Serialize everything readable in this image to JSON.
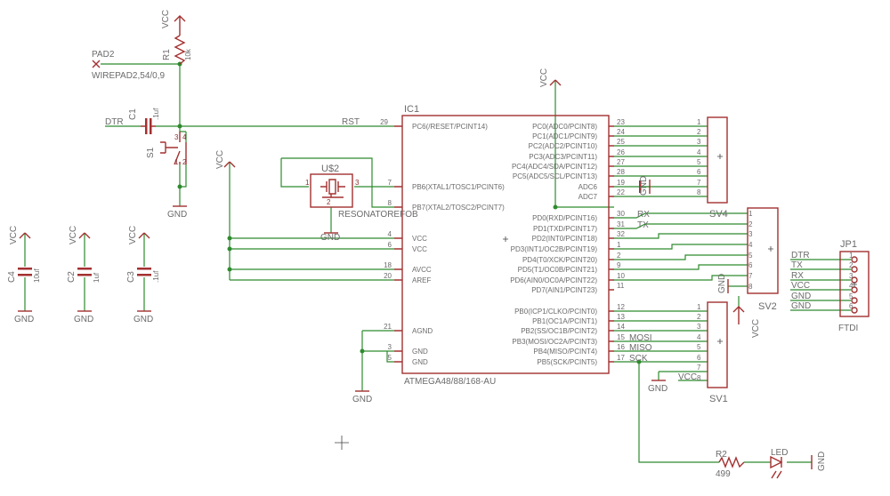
{
  "net_vcc": "VCC",
  "net_gnd": "GND",
  "net_rst": "RST",
  "net_dtr": "DTR",
  "net_rx": "RX",
  "net_tx": "TX",
  "net_mosi": "MOSI",
  "net_miso": "MISO",
  "net_sck": "SCK",
  "r1_name": "R1",
  "r1_value": "10k",
  "r2_name": "R2",
  "r2_value": "499",
  "c1_name": "C1",
  "c1_value": ".1uf",
  "c2_name": "C2",
  "c2_value": "1uf",
  "c3_name": "C3",
  "c3_value": ".1uf",
  "c4_name": "C4",
  "c4_value": "10uf",
  "s1_name": "S1",
  "pad2_name": "PAD2",
  "pad2_value": "WIREPAD2,54/0,9",
  "us2_name": "U$2",
  "us2_value": "RESONATOREFOB",
  "ic1_name": "IC1",
  "ic1_value": "ATMEGA48/88/168-AU",
  "led_name": "LED",
  "jp1_name": "JP1",
  "jp1_value": "FTDI",
  "sv1_name": "SV1",
  "sv2_name": "SV2",
  "sv4_name": "SV4",
  "ic1_left_pins": [
    {
      "num": "29",
      "label": "PC6(/RESET/PCINT14)"
    },
    {
      "num": "7",
      "label": "PB6(XTAL1/TOSC1/PCINT6)"
    },
    {
      "num": "8",
      "label": "PB7(XTAL2/TOSC2/PCINT7)"
    },
    {
      "num": "4",
      "label": "VCC"
    },
    {
      "num": "6",
      "label": "VCC"
    },
    {
      "num": "18",
      "label": "AVCC"
    },
    {
      "num": "20",
      "label": "AREF"
    },
    {
      "num": "21",
      "label": "AGND"
    },
    {
      "num": "3",
      "label": "GND"
    },
    {
      "num": "5",
      "label": "GND"
    }
  ],
  "ic1_right_pins": [
    {
      "num": "23",
      "label": "PC0(ADC0/PCINT8)"
    },
    {
      "num": "24",
      "label": "PC1(ADC1/PCINT9)"
    },
    {
      "num": "25",
      "label": "PC2(ADC2/PCINT10)"
    },
    {
      "num": "26",
      "label": "PC3(ADC3/PCINT11)"
    },
    {
      "num": "27",
      "label": "PC4(ADC4/SDA/PCINT12)"
    },
    {
      "num": "28",
      "label": "PC5(ADC5/SCL/PCINT13)"
    },
    {
      "num": "19",
      "label": "ADC6"
    },
    {
      "num": "22",
      "label": "ADC7"
    },
    {
      "num": "30",
      "label": "PD0(RXD/PCINT16)"
    },
    {
      "num": "31",
      "label": "PD1(TXD/PCINT17)"
    },
    {
      "num": "32",
      "label": "PD2(INT0/PCINT18)"
    },
    {
      "num": "1",
      "label": "PD3(INT1/OC2B/PCINT19)"
    },
    {
      "num": "2",
      "label": "PD4(T0/XCK/PCINT20)"
    },
    {
      "num": "9",
      "label": "PD5(T1/OC0B/PCINT21)"
    },
    {
      "num": "10",
      "label": "PD6(AIN0/OC0A/PCINT22)"
    },
    {
      "num": "11",
      "label": "PD7(AIN1/PCINT23)"
    },
    {
      "num": "12",
      "label": "PB0(ICP1/CLKO/PCINT0)"
    },
    {
      "num": "13",
      "label": "PB1(OC1A/PCINT1)"
    },
    {
      "num": "14",
      "label": "PB2(SS/OC1B/PCINT2)"
    },
    {
      "num": "15",
      "label": "PB3(MOSI/OC2A/PCINT3)"
    },
    {
      "num": "16",
      "label": "PB4(MISO/PCINT4)"
    },
    {
      "num": "17",
      "label": "PB5(SCK/PCINT5)"
    }
  ],
  "header8_pins": [
    "1",
    "2",
    "3",
    "4",
    "5",
    "6",
    "7",
    "8"
  ],
  "ftdi_pins": [
    "1",
    "2",
    "3",
    "4",
    "5",
    "6"
  ],
  "ftdi_nets": [
    "DTR",
    "TX",
    "RX",
    "VCC",
    "GND",
    "GND"
  ],
  "switch_pins": [
    "3",
    "4",
    "1",
    "2"
  ],
  "resonator_pins": [
    "1",
    "3",
    "2"
  ]
}
